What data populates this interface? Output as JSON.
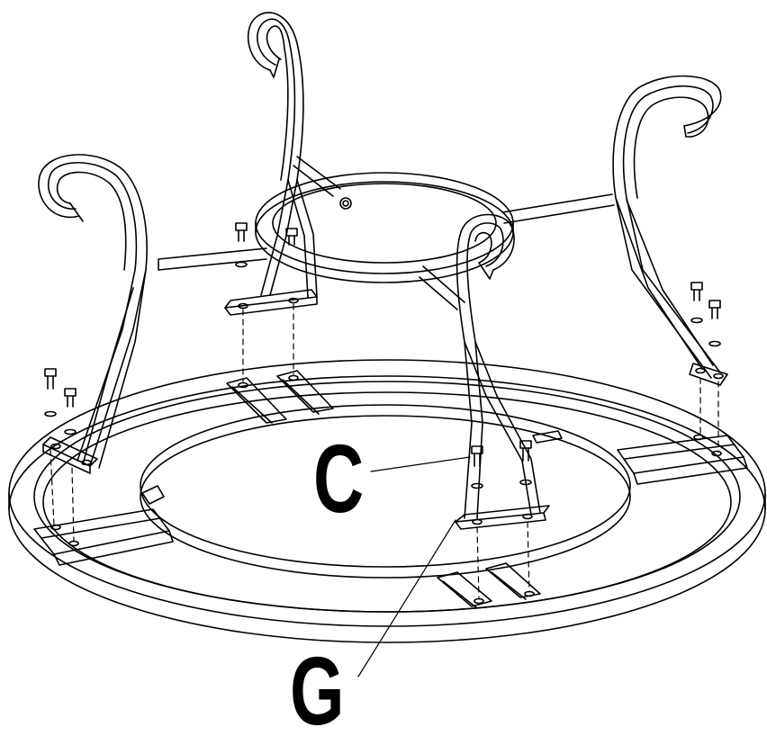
{
  "diagram": {
    "callouts": [
      {
        "id": "C",
        "label": "C"
      },
      {
        "id": "G",
        "label": "G"
      }
    ],
    "colors": {
      "ink": "#000000",
      "paper": "#ffffff"
    }
  }
}
